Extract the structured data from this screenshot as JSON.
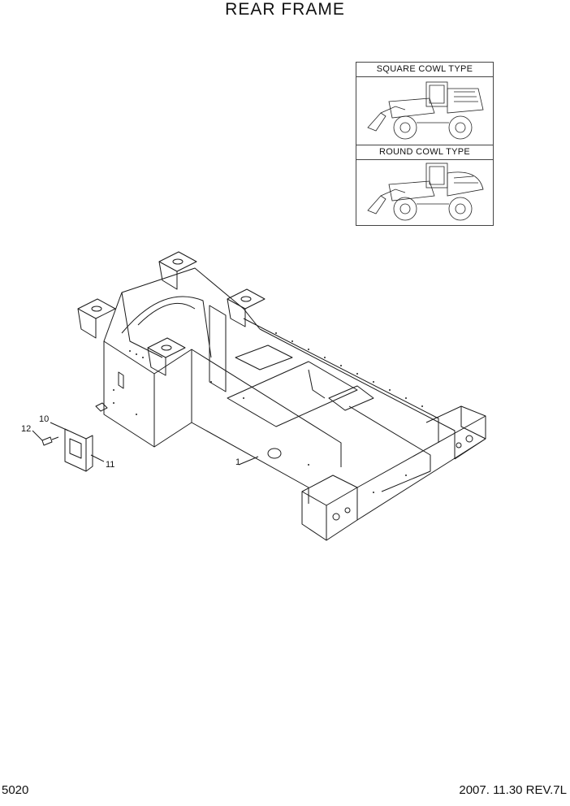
{
  "title": "REAR FRAME",
  "inset": {
    "top_label": "SQUARE COWL TYPE",
    "bottom_label": "ROUND COWL TYPE"
  },
  "callouts": {
    "c1": "1",
    "c10": "10",
    "c11": "11",
    "c12": "12"
  },
  "footer": {
    "page_number": "5020",
    "revision": "2007. 11.30  REV.7L"
  }
}
